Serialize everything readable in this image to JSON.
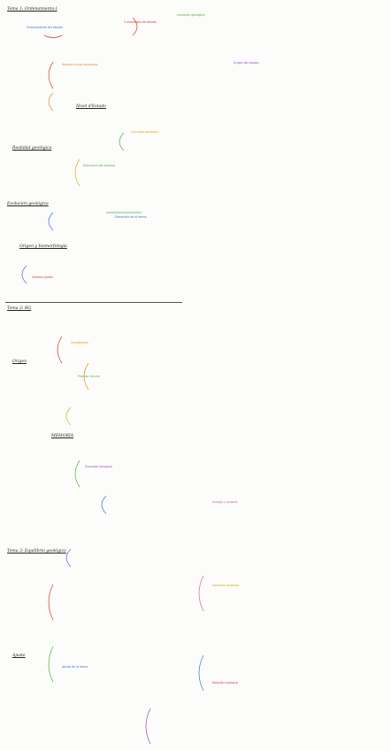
{
  "sections": {
    "tema1": "Tema 1: Ordenamiento I",
    "nivel": "Nivel d'Estado",
    "realidad": "Realidad geológica",
    "evolucion": "Evolución geológica",
    "origen": "Origen y biomorfología",
    "tema2": "Tema 2: RG",
    "origenes": "Origen",
    "memoria": "MEMORIA",
    "tema3": "Tema 3: Equilibrio geológico",
    "ajuste": "Ajuste"
  },
  "notes": {
    "n1": "3 elementos de estado",
    "n2": "Ordenamiento del estado",
    "n3": "condición geológica",
    "n4": "Relación entre elementos",
    "n5": "Origen del estado",
    "n6": "Concepto geológico",
    "n7": "Estructura del sistema",
    "n8": "Desarrollo de la forma",
    "n9": "Sistema global",
    "n10": "Clasificación",
    "n11": "Proceso natural",
    "n12": "Evolución temporal",
    "n13": "Energía y materia",
    "n14": "Equilibrio dinámico",
    "n15": "Ajuste de la forma",
    "n16": "Relación funcional"
  }
}
